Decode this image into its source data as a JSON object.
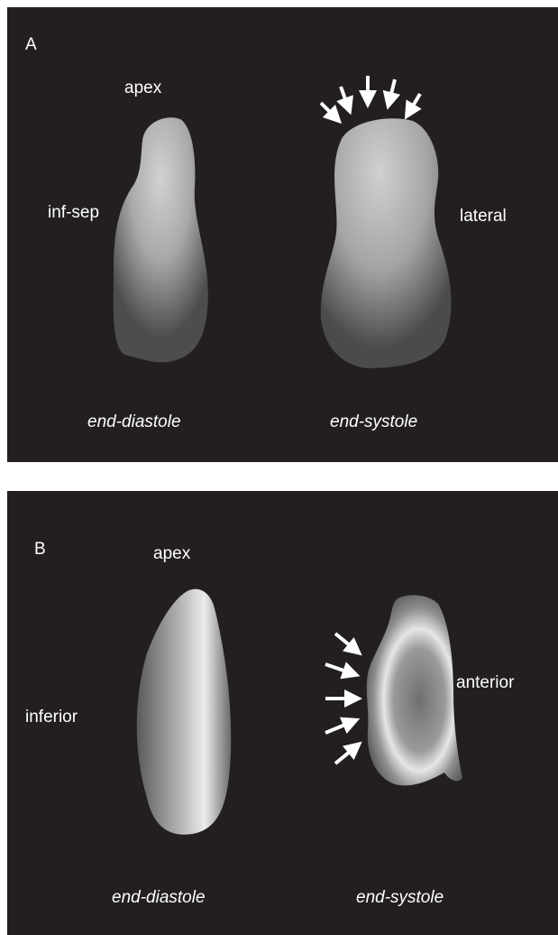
{
  "panel_a": {
    "letter": "A",
    "apex": "apex",
    "left_wall": "inf-sep",
    "right_wall": "lateral",
    "caption_left": "end-diastole",
    "caption_right": "end-systole"
  },
  "panel_b": {
    "letter": "B",
    "apex": "apex",
    "left_wall": "inferior",
    "right_wall": "anterior",
    "caption_left": "end-diastole",
    "caption_right": "end-systole"
  },
  "colors": {
    "background": "#231f20",
    "text": "#ffffff",
    "arrows": "#ffffff"
  }
}
